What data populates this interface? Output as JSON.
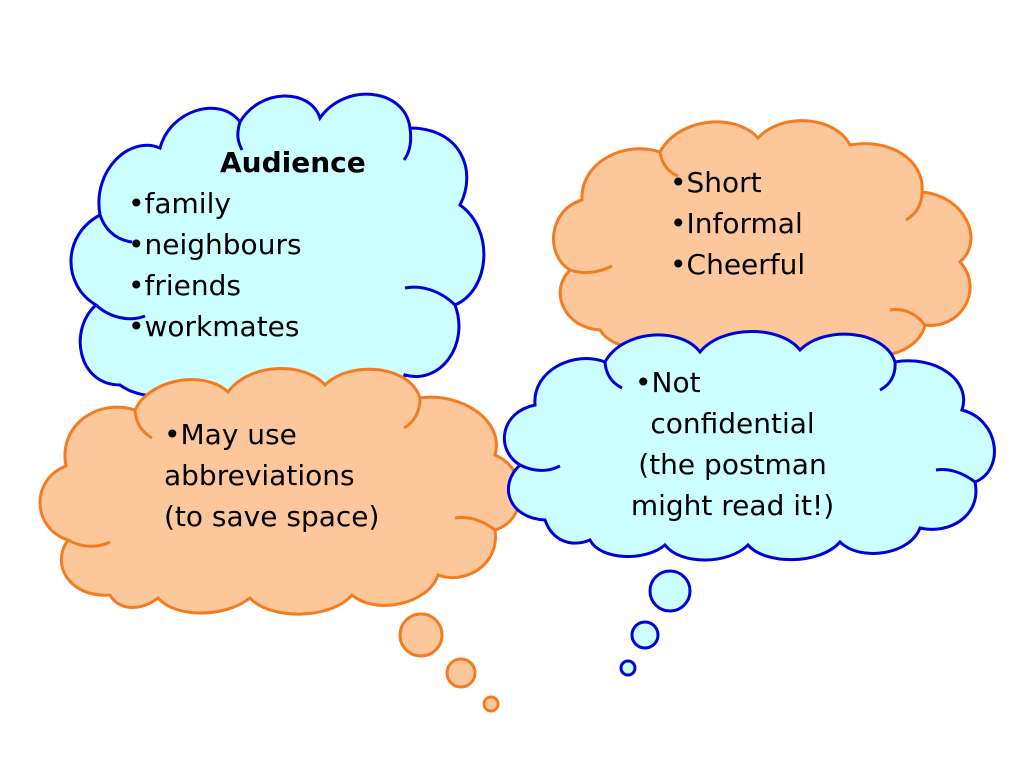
{
  "colors": {
    "blue_fill": "#ccffff",
    "blue_stroke": "#0000dd",
    "orange_fill": "#fcc89b",
    "orange_stroke": "#f47b20"
  },
  "clouds": {
    "audience": {
      "title": "Audience",
      "items": [
        "•family",
        "•neighbours",
        "•friends",
        "•workmates"
      ]
    },
    "style": {
      "items": [
        "•Short",
        "•Informal",
        "•Cheerful"
      ]
    },
    "abbreviations": {
      "lines": [
        "•May use",
        "abbreviations",
        "(to save space)"
      ]
    },
    "confidential": {
      "lines": [
        "•Not",
        "confidential",
        "(the postman",
        "might read it!)"
      ]
    }
  }
}
